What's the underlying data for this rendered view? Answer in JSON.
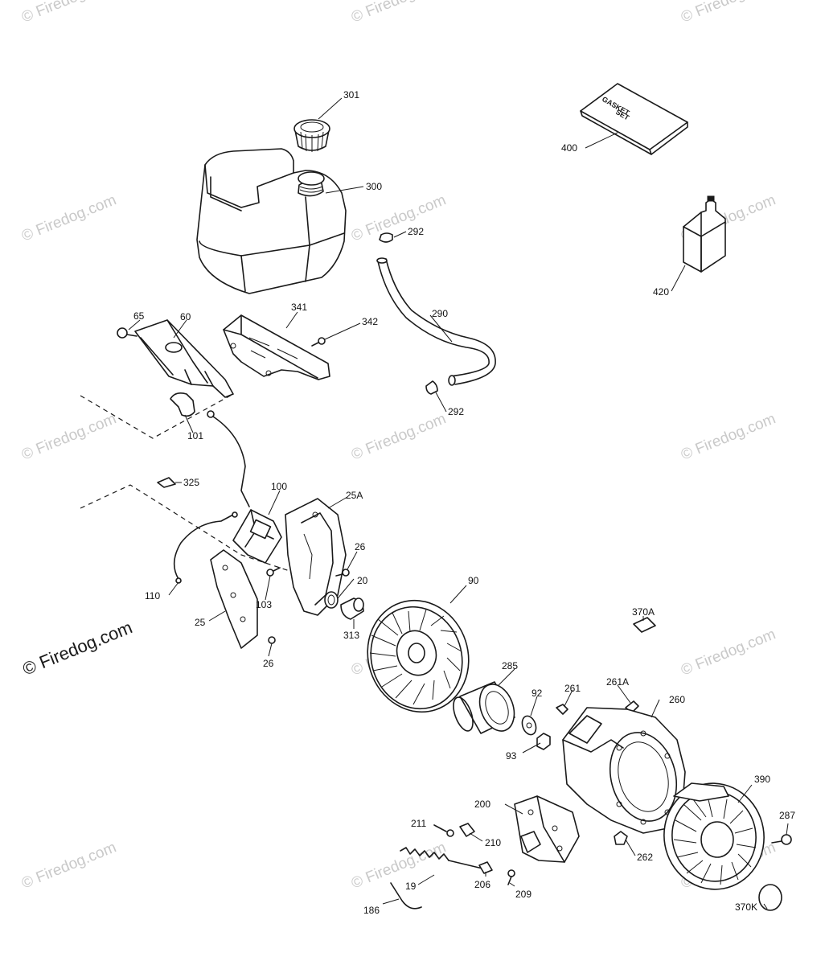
{
  "watermark": {
    "text": "© Firedog.com"
  },
  "packaging": {
    "gasket_set_text": [
      "GASKET",
      "SET"
    ]
  },
  "parts": [
    {
      "id": "p301",
      "label": "301"
    },
    {
      "id": "p300",
      "label": "300"
    },
    {
      "id": "p292a",
      "label": "292"
    },
    {
      "id": "p290",
      "label": "290"
    },
    {
      "id": "p292b",
      "label": "292"
    },
    {
      "id": "p400",
      "label": "400"
    },
    {
      "id": "p420",
      "label": "420"
    },
    {
      "id": "p65",
      "label": "65"
    },
    {
      "id": "p60",
      "label": "60"
    },
    {
      "id": "p341",
      "label": "341"
    },
    {
      "id": "p342",
      "label": "342"
    },
    {
      "id": "p101",
      "label": "101"
    },
    {
      "id": "p325",
      "label": "325"
    },
    {
      "id": "p100",
      "label": "100"
    },
    {
      "id": "p25A",
      "label": "25A"
    },
    {
      "id": "p26a",
      "label": "26"
    },
    {
      "id": "p20",
      "label": "20"
    },
    {
      "id": "p110",
      "label": "110"
    },
    {
      "id": "p103",
      "label": "103"
    },
    {
      "id": "p313",
      "label": "313"
    },
    {
      "id": "p25",
      "label": "25"
    },
    {
      "id": "p26b",
      "label": "26"
    },
    {
      "id": "p90",
      "label": "90"
    },
    {
      "id": "p370A",
      "label": "370A"
    },
    {
      "id": "p285",
      "label": "285"
    },
    {
      "id": "p92",
      "label": "92"
    },
    {
      "id": "p261",
      "label": "261"
    },
    {
      "id": "p261A",
      "label": "261A"
    },
    {
      "id": "p260",
      "label": "260"
    },
    {
      "id": "p93",
      "label": "93"
    },
    {
      "id": "p390",
      "label": "390"
    },
    {
      "id": "p200",
      "label": "200"
    },
    {
      "id": "p211",
      "label": "211"
    },
    {
      "id": "p210",
      "label": "210"
    },
    {
      "id": "p262",
      "label": "262"
    },
    {
      "id": "p287",
      "label": "287"
    },
    {
      "id": "p206",
      "label": "206"
    },
    {
      "id": "p209",
      "label": "209"
    },
    {
      "id": "p19",
      "label": "19"
    },
    {
      "id": "p186",
      "label": "186"
    },
    {
      "id": "p370K",
      "label": "370K"
    }
  ]
}
